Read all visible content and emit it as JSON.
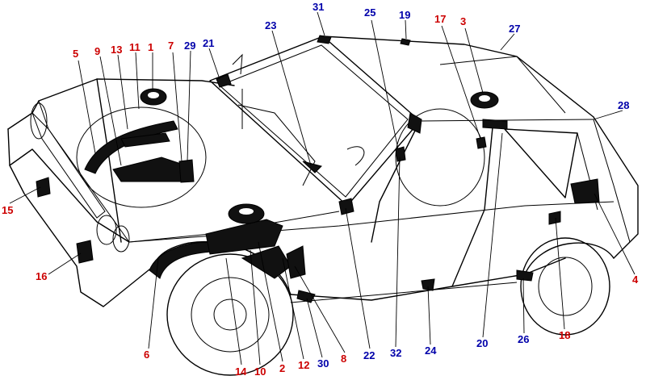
{
  "colors": {
    "red": "#cc0000",
    "blue": "#0000aa",
    "line": "#000000"
  },
  "labels": [
    {
      "id": "l31",
      "text": "31",
      "color": "blue"
    },
    {
      "id": "l25",
      "text": "25",
      "color": "blue"
    },
    {
      "id": "l19",
      "text": "19",
      "color": "blue"
    },
    {
      "id": "l17",
      "text": "17",
      "color": "red"
    },
    {
      "id": "l3",
      "text": "3",
      "color": "red"
    },
    {
      "id": "l27",
      "text": "27",
      "color": "blue"
    },
    {
      "id": "l23",
      "text": "23",
      "color": "blue"
    },
    {
      "id": "l5",
      "text": "5",
      "color": "red"
    },
    {
      "id": "l9",
      "text": "9",
      "color": "red"
    },
    {
      "id": "l13",
      "text": "13",
      "color": "red"
    },
    {
      "id": "l11",
      "text": "11",
      "color": "red"
    },
    {
      "id": "l1",
      "text": "1",
      "color": "red"
    },
    {
      "id": "l7",
      "text": "7",
      "color": "red"
    },
    {
      "id": "l29",
      "text": "29",
      "color": "blue"
    },
    {
      "id": "l21",
      "text": "21",
      "color": "blue"
    },
    {
      "id": "l28",
      "text": "28",
      "color": "blue"
    },
    {
      "id": "l15",
      "text": "15",
      "color": "red"
    },
    {
      "id": "l16",
      "text": "16",
      "color": "red"
    },
    {
      "id": "l4",
      "text": "4",
      "color": "red"
    },
    {
      "id": "l6",
      "text": "6",
      "color": "red"
    },
    {
      "id": "l14",
      "text": "14",
      "color": "red"
    },
    {
      "id": "l10",
      "text": "10",
      "color": "red"
    },
    {
      "id": "l2",
      "text": "2",
      "color": "red"
    },
    {
      "id": "l12",
      "text": "12",
      "color": "red"
    },
    {
      "id": "l30",
      "text": "30",
      "color": "blue"
    },
    {
      "id": "l8",
      "text": "8",
      "color": "red"
    },
    {
      "id": "l22",
      "text": "22",
      "color": "blue"
    },
    {
      "id": "l32",
      "text": "32",
      "color": "blue"
    },
    {
      "id": "l24",
      "text": "24",
      "color": "blue"
    },
    {
      "id": "l20",
      "text": "20",
      "color": "blue"
    },
    {
      "id": "l26",
      "text": "26",
      "color": "blue"
    },
    {
      "id": "l18",
      "text": "18",
      "color": "red"
    }
  ]
}
